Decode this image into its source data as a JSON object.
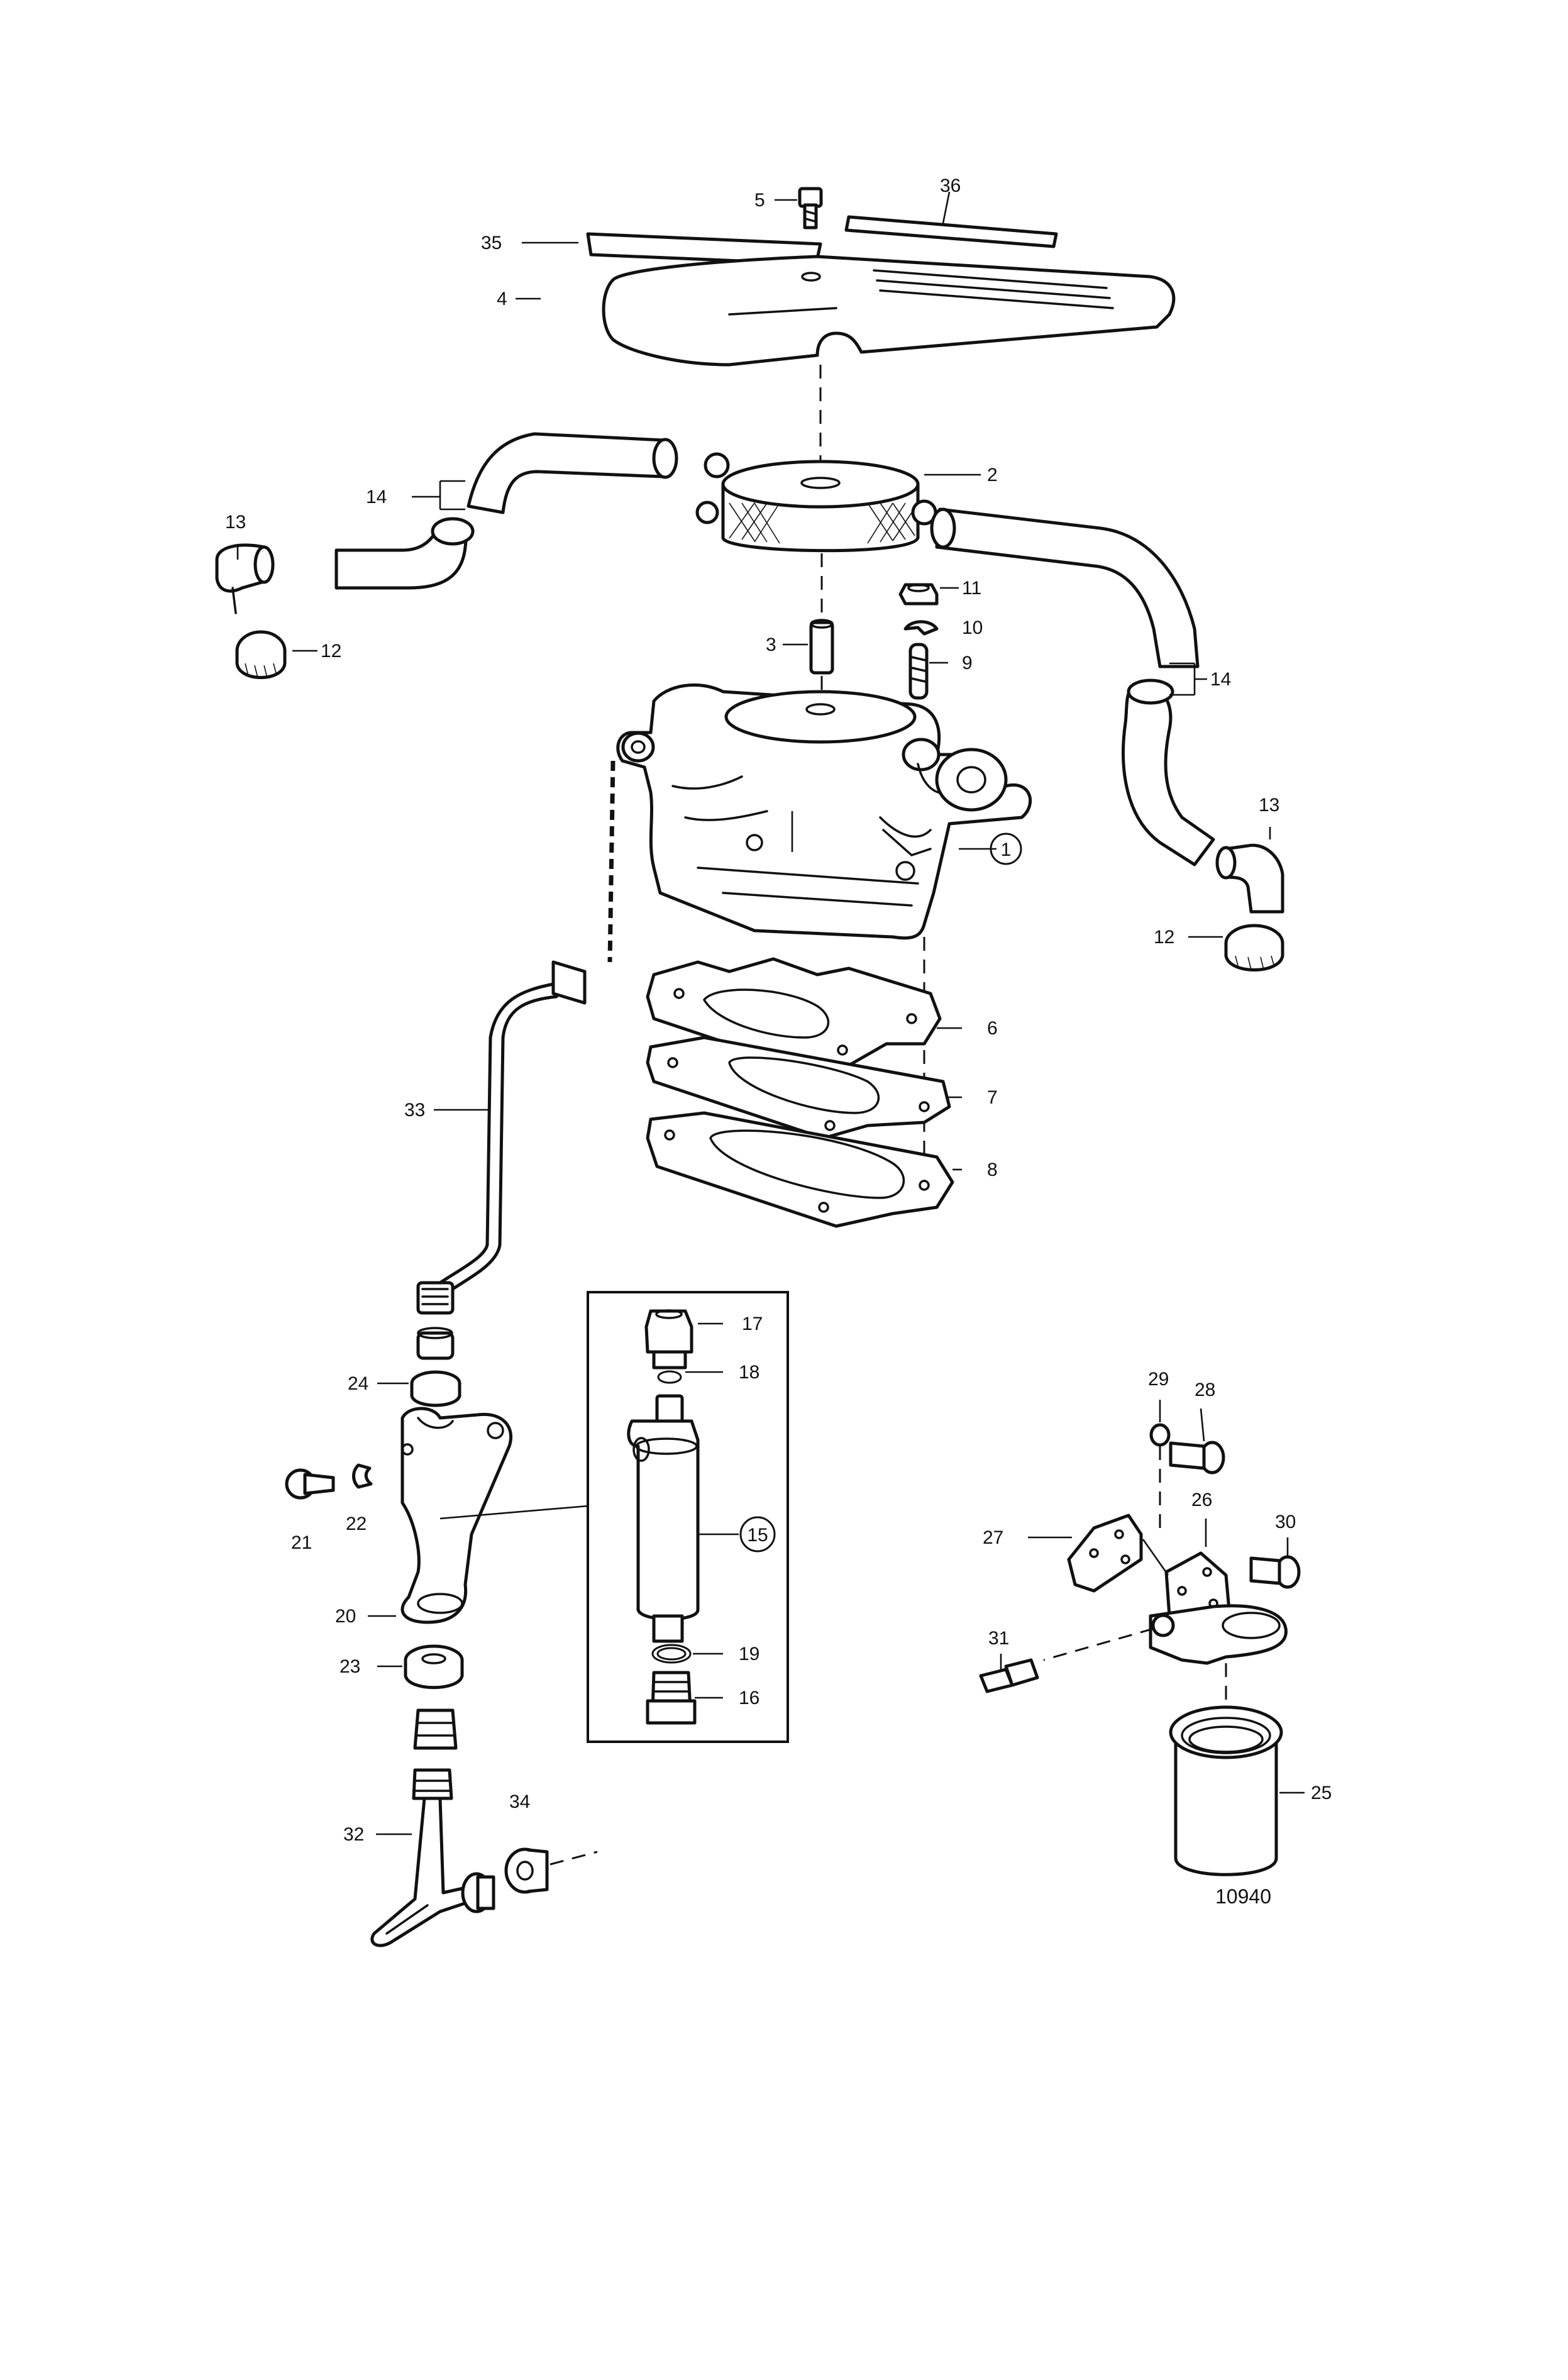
{
  "figure_number": "10940",
  "callouts": {
    "c1": "1",
    "c2": "2",
    "c3": "3",
    "c4": "4",
    "c5": "5",
    "c6": "6",
    "c7": "7",
    "c8": "8",
    "c9": "9",
    "c10": "10",
    "c11": "11",
    "c12a": "12",
    "c12b": "12",
    "c13a": "13",
    "c13b": "13",
    "c14a": "14",
    "c14b": "14",
    "c15": "15",
    "c16": "16",
    "c17": "17",
    "c18": "18",
    "c19": "19",
    "c20": "20",
    "c21": "21",
    "c22": "22",
    "c23": "23",
    "c24": "24",
    "c25": "25",
    "c26": "26",
    "c27": "27",
    "c28": "28",
    "c29": "29",
    "c30": "30",
    "c31": "31",
    "c32": "32",
    "c33": "33",
    "c34": "34",
    "c35": "35",
    "c36": "36"
  }
}
